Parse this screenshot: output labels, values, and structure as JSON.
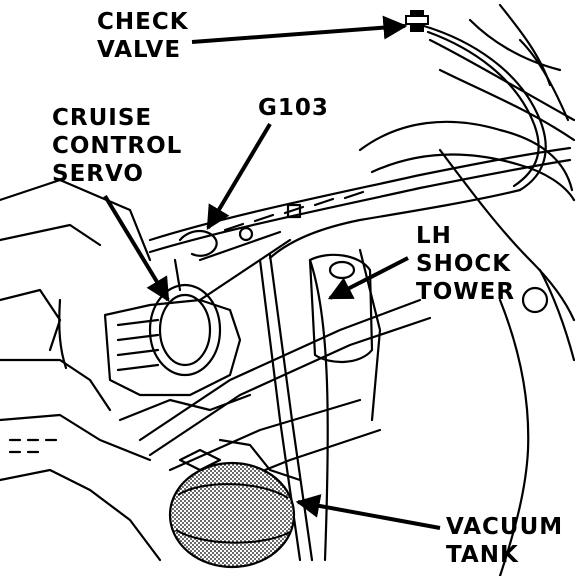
{
  "labels": {
    "check_valve": [
      "CHECK",
      "VALVE"
    ],
    "cruise_control_servo": [
      "CRUISE",
      "CONTROL",
      "SERVO"
    ],
    "ground": [
      "G103"
    ],
    "lh_shock_tower": [
      "LH",
      "SHOCK",
      "TOWER"
    ],
    "vacuum_tank": [
      "VACUUM",
      "TANK"
    ]
  },
  "colors": {
    "ink": "#000000",
    "paper": "#ffffff",
    "shade": "#9a9a9a"
  }
}
